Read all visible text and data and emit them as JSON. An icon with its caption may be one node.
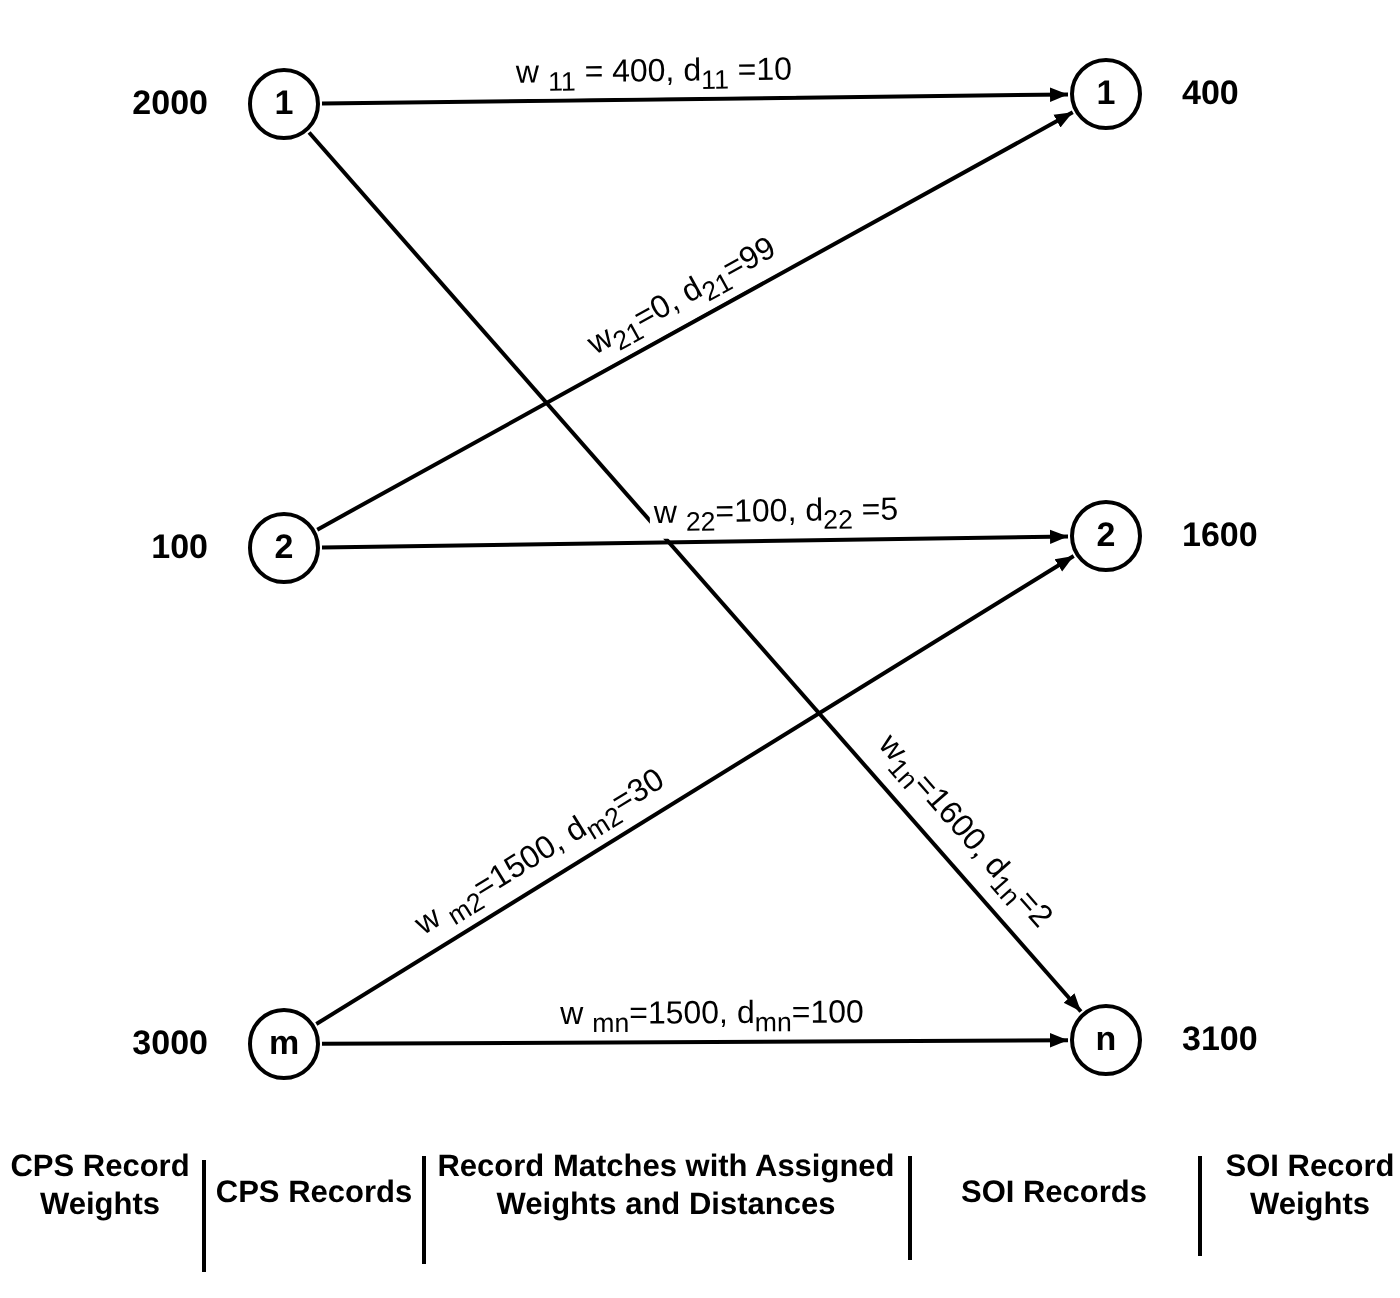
{
  "diagram": {
    "nodes": [
      {
        "text": [
          "1"
        ],
        "beside": [
          "2000"
        ]
      },
      {
        "text": [
          "2"
        ],
        "beside": [
          "100"
        ]
      },
      {
        "text": [
          "m"
        ],
        "beside": [
          "3000"
        ]
      },
      {
        "text": [
          "1"
        ],
        "beside": [
          "400"
        ]
      },
      {
        "text": [
          "2"
        ],
        "beside": [
          "1600"
        ]
      },
      {
        "text": [
          "n"
        ],
        "beside": [
          "3100"
        ]
      }
    ],
    "edges": [
      {
        "from": 0,
        "to": 3,
        "arrow": "to",
        "label": "w $_{11}$ = 400, d$_{11}$ =10"
      },
      {
        "from": 0,
        "to": 5,
        "arrow": "to",
        "label": "w$_{1n}$=1600, d$_{1n}$=2"
      },
      {
        "from": 1,
        "to": 3,
        "arrow": "to",
        "label": "w$_{21}$=0, d$_{21}$=99"
      },
      {
        "from": 1,
        "to": 4,
        "arrow": "to",
        "label": "w $_{22}$=100, d$_{22}$ =5"
      },
      {
        "from": 2,
        "to": 4,
        "arrow": "to",
        "label": "w $_{m2}$=1500, d$_{m2}$=30"
      },
      {
        "from": 2,
        "to": 5,
        "arrow": "to",
        "label": "w $_{mn}$=1500, d$_{mn}$=100"
      }
    ],
    "labels": [
      "CPS Record Weights",
      "CPS Records",
      "Record Matches with Assigned Weights and Distances",
      "SOI Records",
      "SOI Record Weights"
    ]
  }
}
